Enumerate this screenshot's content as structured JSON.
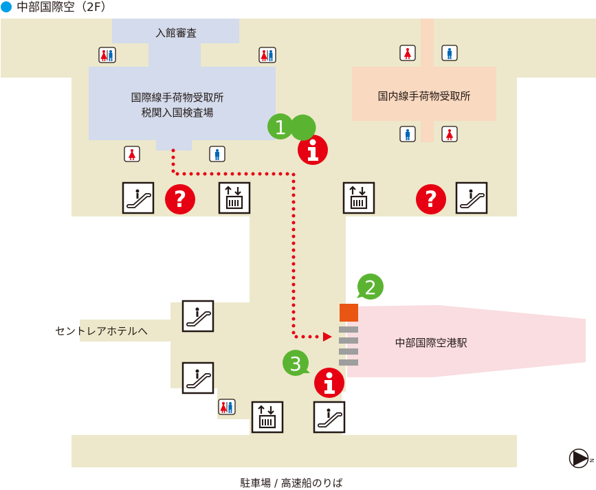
{
  "header": {
    "title": "中部国際空（2F）",
    "bullet_color": "#009fe8"
  },
  "areas": {
    "immigration": "入館審査",
    "intl_baggage_line1": "国際線手荷物受取所",
    "intl_baggage_line2": "税関入国検査場",
    "domestic_baggage": "国内線手荷物受取所",
    "station": "中部国際空港駅",
    "hotel": "セントレアホテルへ",
    "parking_ferry": "駐車場 / 高速船のりば"
  },
  "markers": [
    "1",
    "2",
    "3"
  ],
  "info_glyph": "i",
  "help_glyph": "?",
  "compass": "N",
  "colors": {
    "floor": "#ede8cb",
    "intl": "#d3dbec",
    "domestic": "#f9d9c0",
    "station": "#f9dde0",
    "route": "#e60012",
    "marker": "#5bb431",
    "exit": "#e95513"
  }
}
